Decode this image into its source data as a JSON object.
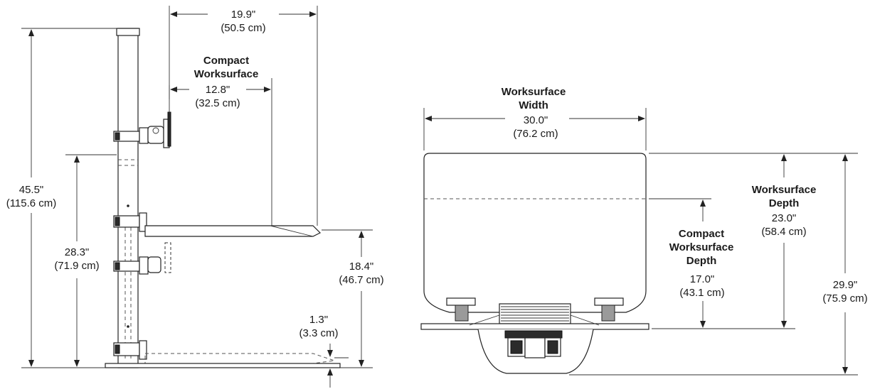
{
  "side_view": {
    "top_width": {
      "in": "19.9\"",
      "cm": "(50.5 cm)"
    },
    "compact_width": {
      "title1": "Compact",
      "title2": "Worksurface",
      "in": "12.8\"",
      "cm": "(32.5 cm)"
    },
    "total_height": {
      "in": "45.5\"",
      "cm": "(115.6 cm)"
    },
    "lift_height": {
      "in": "28.3\"",
      "cm": "(71.9 cm)"
    },
    "surface_height": {
      "in": "18.4\"",
      "cm": "(46.7 cm)"
    },
    "base_offset": {
      "in": "1.3\"",
      "cm": "(3.3 cm)"
    }
  },
  "top_view": {
    "width": {
      "title1": "Worksurface",
      "title2": "Width",
      "in": "30.0\"",
      "cm": "(76.2 cm)"
    },
    "depth": {
      "title1": "Worksurface",
      "title2": "Depth",
      "in": "23.0\"",
      "cm": "(58.4 cm)"
    },
    "compact_depth": {
      "title1": "Compact",
      "title2": "Worksurface",
      "title3": "Depth",
      "in": "17.0\"",
      "cm": "(43.1 cm)"
    },
    "overall_depth": {
      "in": "29.9\"",
      "cm": "(75.9 cm)"
    }
  }
}
